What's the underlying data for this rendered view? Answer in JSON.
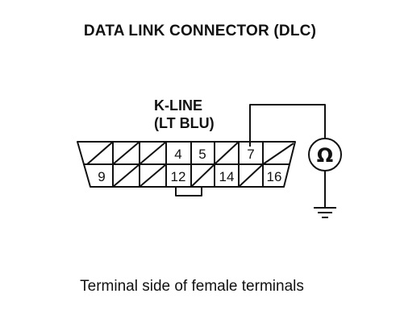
{
  "title": "DATA LINK CONNECTOR (DLC)",
  "wire_label": {
    "line1": "K-LINE",
    "line2": "(LT BLU)"
  },
  "caption": "Terminal side of female terminals",
  "ohmmeter_symbol": "Ω",
  "top_row_pins": [
    "4",
    "5",
    "7"
  ],
  "bottom_row_pins": [
    "9",
    "12",
    "14",
    "16"
  ],
  "symbols": [
    "ohmmeter-icon",
    "ground-icon"
  ]
}
